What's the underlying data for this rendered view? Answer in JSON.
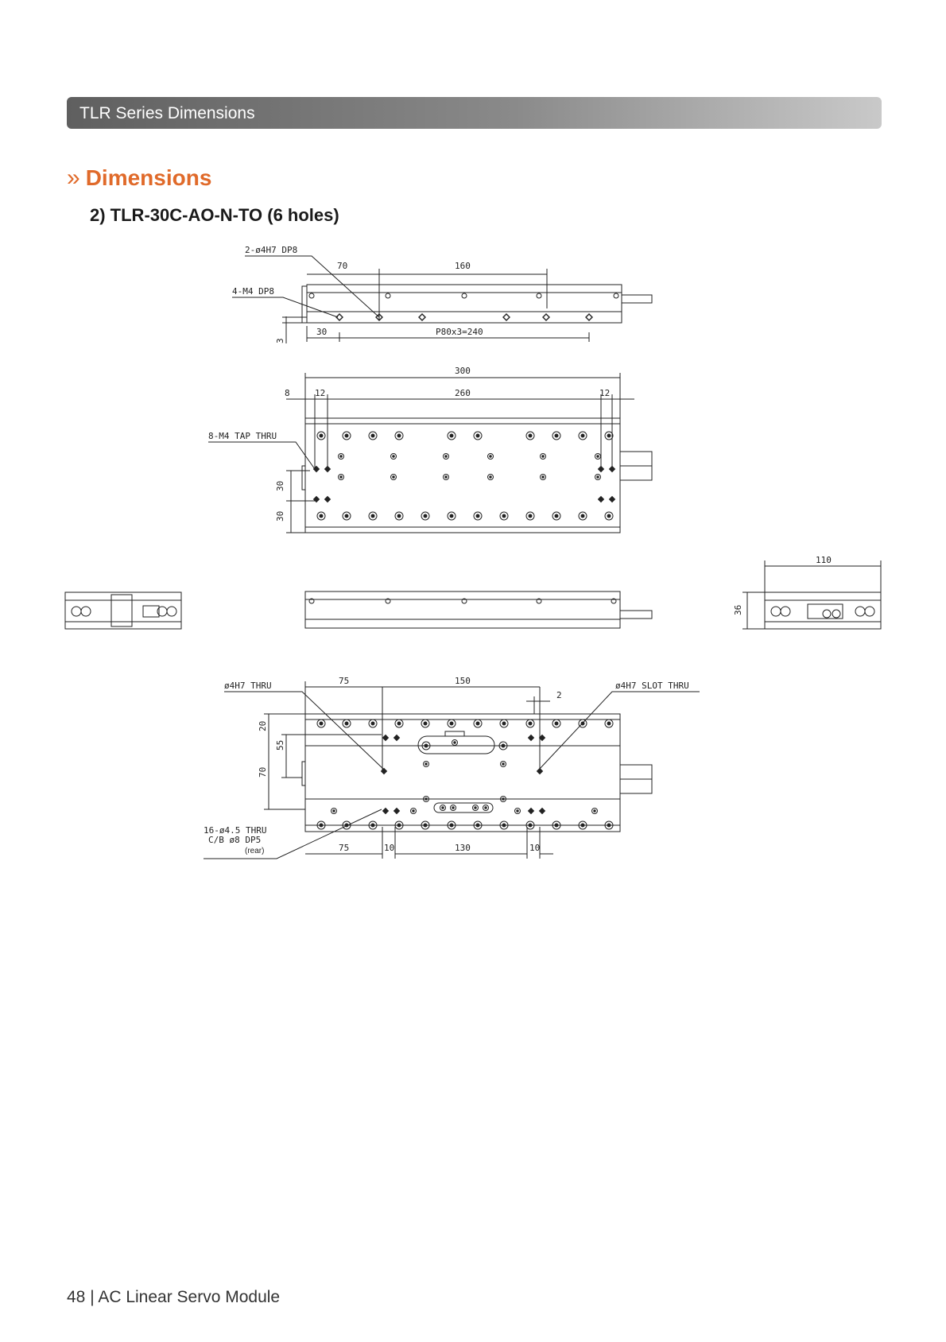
{
  "header": {
    "title": "TLR Series Dimensions"
  },
  "section": {
    "chevron": "»",
    "title": "Dimensions"
  },
  "subtitle": "2) TLR-30C-AO-N-TO (6 holes)",
  "annotations": {
    "a_pin_holes": "2-ø4H7 DP8",
    "a_m4": "4-M4 DP8",
    "a_tap": "8-M4 TAP THRU",
    "a_h7thru": "ø4H7 THRU",
    "a_slot": "ø4H7 SLOT THRU",
    "a_cb1": "16-ø4.5 THRU",
    "a_cb2": "C/B ø8 DP5",
    "a_rear": "(rear)"
  },
  "dims": {
    "d70": "70",
    "d160": "160",
    "d30": "30",
    "d3": "3",
    "dp80": "P80x3=240",
    "d300": "300",
    "d8": "8",
    "d12a": "12",
    "d260": "260",
    "d12b": "12",
    "d30v1": "30",
    "d30v2": "30",
    "d110": "110",
    "d36": "36",
    "d75": "75",
    "d150": "150",
    "d2": "2",
    "d20": "20",
    "d55": "55",
    "d70v": "70",
    "d75b": "75",
    "d10a": "10",
    "d130": "130",
    "d10b": "10"
  },
  "footer": {
    "text": "48 | AC Linear Servo Module"
  }
}
